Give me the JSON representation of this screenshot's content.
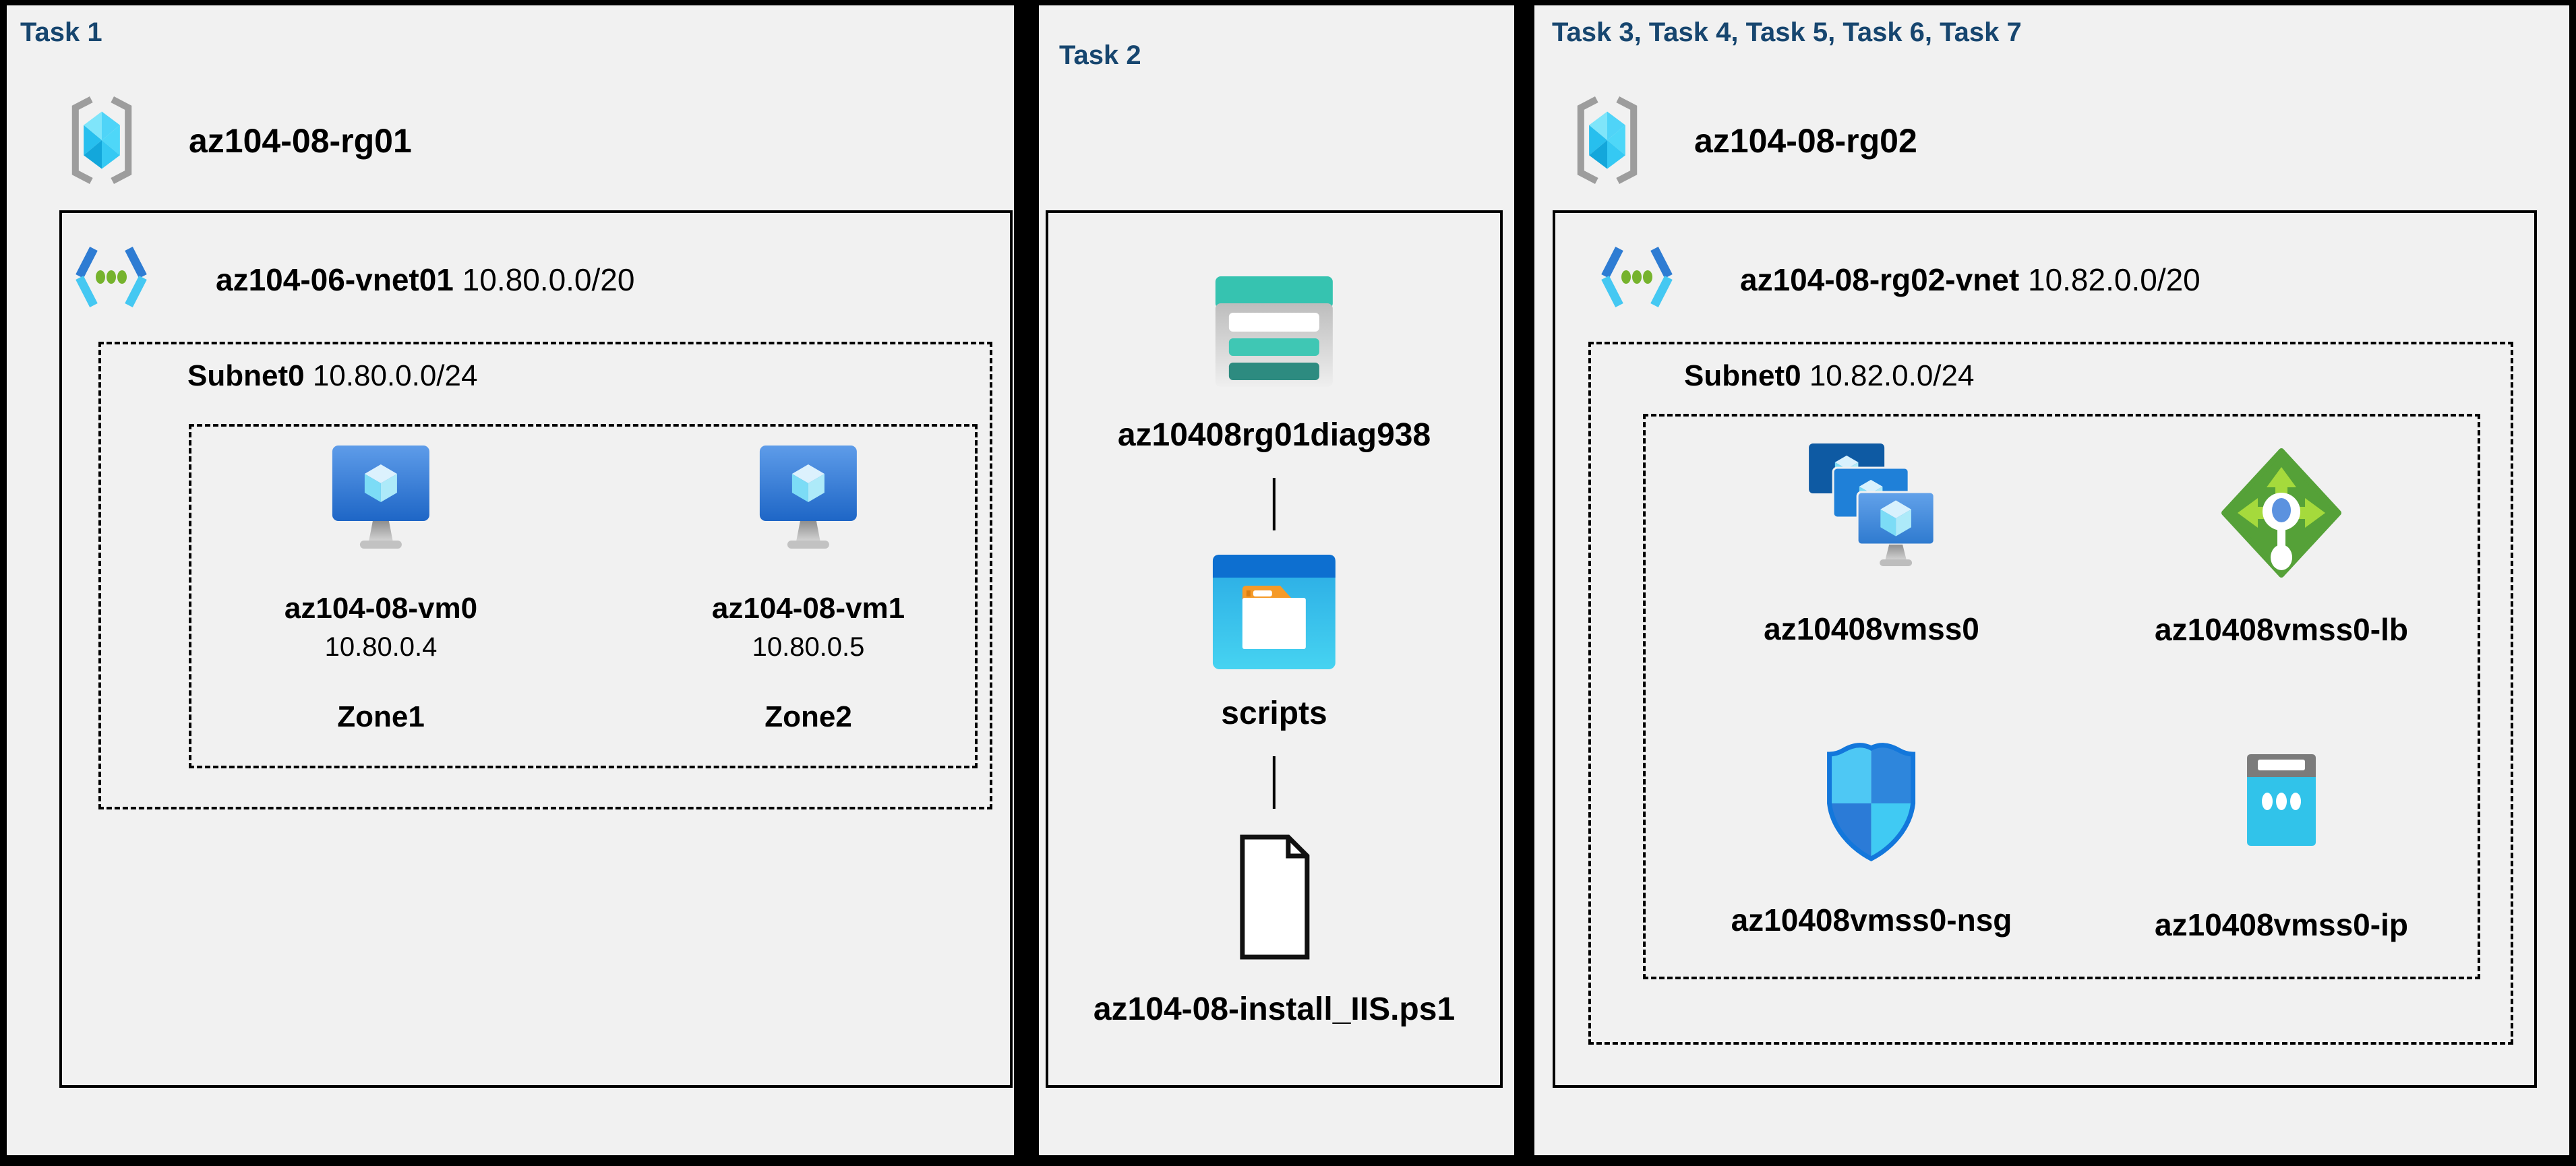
{
  "colors": {
    "page_background": "#000000",
    "panel_background": "#f1f1f1",
    "title_color": "#17466F",
    "text_color": "#000000"
  },
  "panels": [
    {
      "title": "Task 1",
      "resource_group": "az104-08-rg01",
      "vnet": {
        "name": "az104-06-vnet01",
        "cidr": "10.80.0.0/20"
      },
      "subnet": {
        "name": "Subnet0",
        "cidr": "10.80.0.0/24"
      },
      "vms": [
        {
          "name": "az104-08-vm0",
          "ip": "10.80.0.4",
          "zone": "Zone1"
        },
        {
          "name": "az104-08-vm1",
          "ip": "10.80.0.5",
          "zone": "Zone2"
        }
      ]
    },
    {
      "title": "Task 2",
      "storage_account": "az10408rg01diag938",
      "container": "scripts",
      "script_file": "az104-08-install_IIS.ps1"
    },
    {
      "title": "Task 3, Task 4, Task 5, Task 6, Task 7",
      "resource_group": "az104-08-rg02",
      "vnet": {
        "name": "az104-08-rg02-vnet",
        "cidr": "10.82.0.0/20"
      },
      "subnet": {
        "name": "Subnet0",
        "cidr": "10.82.0.0/24"
      },
      "resources": [
        {
          "name": "az10408vmss0",
          "type": "vm-scale-set"
        },
        {
          "name": "az10408vmss0-lb",
          "type": "load-balancer"
        },
        {
          "name": "az10408vmss0-nsg",
          "type": "network-security-group"
        },
        {
          "name": "az10408vmss0-ip",
          "type": "public-ip"
        }
      ]
    }
  ]
}
